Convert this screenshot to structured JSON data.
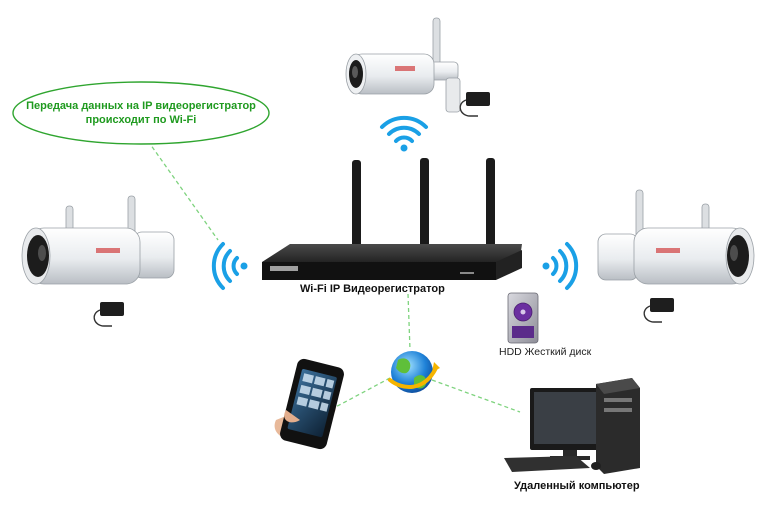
{
  "callout": {
    "line1": "Передача данных на IP видеорегистратор",
    "line2": "происходит по Wi-Fi"
  },
  "labels": {
    "nvr": "Wi-Fi IP Видеорегистратор",
    "hdd": "HDD Жесткий диск",
    "remote_pc": "Удаленный компьютер"
  },
  "colors": {
    "link_line": "#7ed37e",
    "callout_border": "#2fa52f",
    "callout_text": "#1f9a1f",
    "wifi_blue": "#1aa0e6"
  },
  "icons": [
    "bullet-camera-top",
    "bullet-camera-left",
    "bullet-camera-right",
    "power-adapter",
    "wifi-signal-icon",
    "nvr-device",
    "hdd-icon",
    "globe-icon",
    "smartphone-icon",
    "desktop-computer"
  ]
}
